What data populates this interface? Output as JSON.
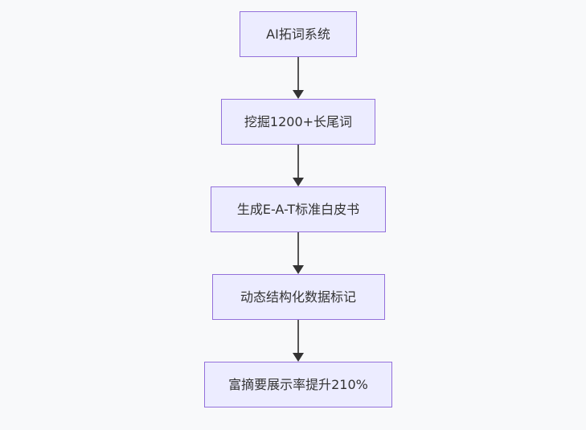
{
  "diagram": {
    "type": "flowchart",
    "direction": "top-down",
    "nodes": [
      {
        "id": "n1",
        "label": "AI拓词系统"
      },
      {
        "id": "n2",
        "label": "挖掘1200+长尾词"
      },
      {
        "id": "n3",
        "label": "生成E-A-T标准白皮书"
      },
      {
        "id": "n4",
        "label": "动态结构化数据标记"
      },
      {
        "id": "n5",
        "label": "富摘要展示率提升210%"
      }
    ],
    "edges": [
      {
        "from": "n1",
        "to": "n2",
        "style": "arrow"
      },
      {
        "from": "n2",
        "to": "n3",
        "style": "arrow"
      },
      {
        "from": "n3",
        "to": "n4",
        "style": "arrow"
      },
      {
        "from": "n4",
        "to": "n5",
        "style": "arrow"
      }
    ],
    "colors": {
      "node_fill": "#ECECFF",
      "node_border": "#9370DB",
      "node_text": "#333333",
      "arrow_line": "#555555",
      "arrow_head": "#333333",
      "background": "#f8f9fa"
    }
  }
}
